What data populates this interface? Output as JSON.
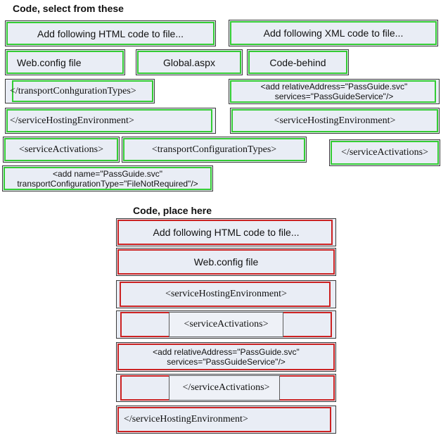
{
  "select_section": {
    "heading": "Code, select from these",
    "items": [
      {
        "label": "Add following HTML code to file..."
      },
      {
        "label": "Add following XML code to file..."
      },
      {
        "label": "Web.config file"
      },
      {
        "label": "Global.aspx"
      },
      {
        "label": "Code-behind"
      },
      {
        "label": "</transportConhgurationTypes>"
      },
      {
        "label": "<add relativeAddress=\"PassGuide.svc\"\nservices=\"PassGuideService\"/>"
      },
      {
        "label": "</serviceHostingEnvironment>"
      },
      {
        "label": "<serviceHostingEnvironment>"
      },
      {
        "label": "<serviceActivations>"
      },
      {
        "label": "<transportConfigurationTypes>"
      },
      {
        "label": "</serviceActivations>"
      },
      {
        "label": "<add name=\"PassGuide.svc\"\ntransportConfigurationType=\"FileNotRequired\"/>"
      }
    ]
  },
  "place_section": {
    "heading": "Code, place here",
    "items": [
      {
        "label": "Add following HTML code to file..."
      },
      {
        "label": "Web.config file"
      },
      {
        "label": "<serviceHostingEnvironment>"
      },
      {
        "label": "<serviceActivations>"
      },
      {
        "label": "<add relativeAddress=\"PassGuide.svc\"\nservices=\"PassGuideService\"/>"
      },
      {
        "label": "</serviceActivations>"
      },
      {
        "label": "</serviceHostingEnvironment>"
      }
    ]
  },
  "colors": {
    "select_border": "#33cc33",
    "place_border": "#cc2222",
    "tile_bg": "#e9edf5"
  }
}
